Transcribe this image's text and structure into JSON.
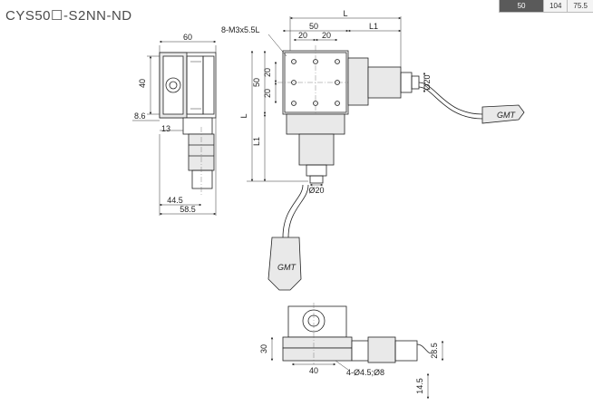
{
  "header": {
    "title": "CYS50☐-S2NN-ND",
    "tabs": [
      "50",
      "104",
      "75.5"
    ]
  },
  "logo_text": "GMT",
  "dimensions": {
    "side_width": "60",
    "side_height": "40",
    "side_offset": "8.6",
    "side_13": "13",
    "side_44_5": "44.5",
    "side_58_5": "58.5",
    "top_holes": "8-M3x5.5L",
    "top_L": "L",
    "top_50": "50",
    "top_L1": "L1",
    "top_20a": "20",
    "top_20b": "20",
    "left_20a": "20",
    "left_20b": "20",
    "left_50": "50",
    "left_L": "L",
    "left_L1": "L1",
    "motor_dia_right": "Ø20",
    "motor_dia_bottom": "Ø20",
    "front_30": "30",
    "front_40": "40",
    "front_holes": "4-Ø4.5;Ø8",
    "front_28_5": "28.5",
    "front_14_5": "14.5"
  }
}
